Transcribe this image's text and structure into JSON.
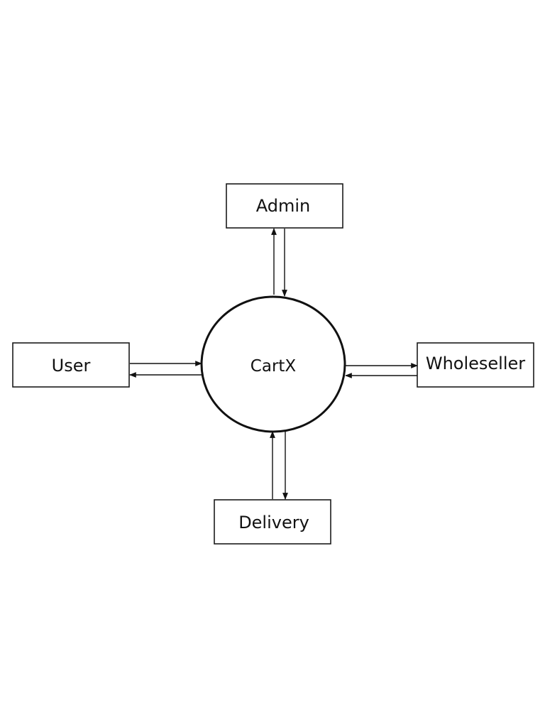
{
  "diagram": {
    "process": {
      "label": "CartX"
    },
    "entities": {
      "admin": "Admin",
      "user": "User",
      "wholeseller": "Wholeseller",
      "delivery": "Delivery"
    }
  },
  "colors": {
    "stroke": "#111111",
    "background": "#ffffff"
  }
}
